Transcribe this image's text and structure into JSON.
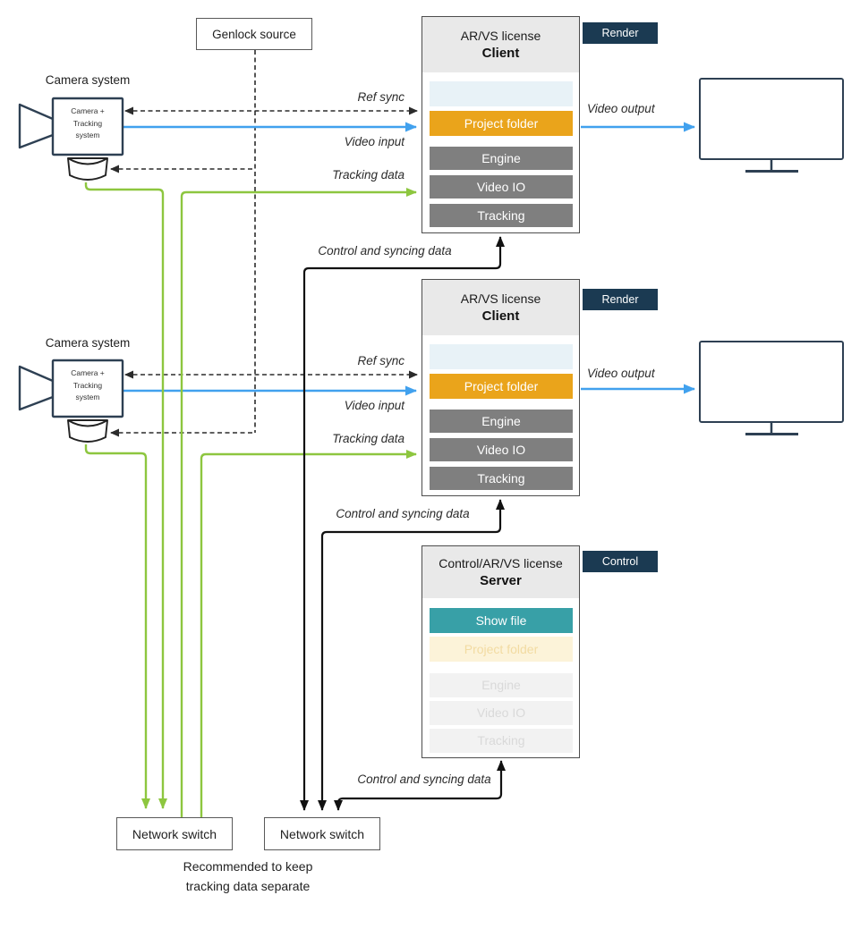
{
  "genlock": {
    "label": "Genlock source"
  },
  "cameras": [
    {
      "title": "Camera system",
      "device_lines": [
        "Camera +",
        "Tracking",
        "system"
      ]
    },
    {
      "title": "Camera system",
      "device_lines": [
        "Camera +",
        "Tracking",
        "system"
      ]
    }
  ],
  "clients": [
    {
      "license": "AR/VS license",
      "role": "Client",
      "tag": "Render",
      "modules": {
        "show_file": "",
        "project_folder": "Project folder",
        "engine": "Engine",
        "video_io": "Video IO",
        "tracking": "Tracking"
      }
    },
    {
      "license": "AR/VS license",
      "role": "Client",
      "tag": "Render",
      "modules": {
        "show_file": "",
        "project_folder": "Project folder",
        "engine": "Engine",
        "video_io": "Video IO",
        "tracking": "Tracking"
      }
    }
  ],
  "server": {
    "license": "Control/AR/VS license",
    "role": "Server",
    "tag": "Control",
    "modules": {
      "show_file": "Show file",
      "project_folder": "Project folder",
      "engine": "Engine",
      "video_io": "Video IO",
      "tracking": "Tracking"
    }
  },
  "switches": [
    {
      "label": "Network switch"
    },
    {
      "label": "Network switch"
    }
  ],
  "note": {
    "line1": "Recommended to keep",
    "line2": "tracking data separate"
  },
  "flow_labels": {
    "ref_sync": "Ref sync",
    "video_input": "Video input",
    "tracking_data": "Tracking data",
    "video_output": "Video output",
    "control_sync": "Control and syncing data"
  },
  "colors": {
    "accent_orange": "#EAA41B",
    "module_gray": "#7F7F7F",
    "show_file_teal": "#38A0A7",
    "tag_navy": "#1B3A52",
    "line_green": "#8DC63F",
    "line_blue": "#41A1EE",
    "line_black": "#111111",
    "device_outline_navy": "#2E4053",
    "pale_blue_bar": "#E8F2F7",
    "faded_orange_bar": "#FCF3D9",
    "header_gray": "#E9E9E9"
  }
}
